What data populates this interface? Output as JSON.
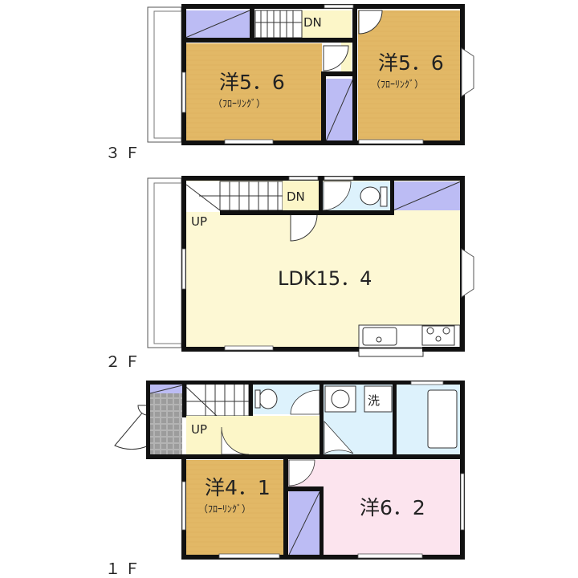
{
  "colors": {
    "wall": "#111111",
    "flooring": "#e2b866",
    "flooring_dark": "#c8953a",
    "ldk": "#fdf8d4",
    "hall": "#fcf6c8",
    "closet": "#bcbcf4",
    "wet": "#ddf2fc",
    "bedroom_pink": "#fce4ee",
    "genkan_tile": "#b0b0b0"
  },
  "floors": [
    {
      "label": "３ Ｆ",
      "rooms": [
        {
          "name": "west-room",
          "label": "洋5．6",
          "sub": "（ﾌﾛｰﾘﾝｸﾞ）"
        },
        {
          "name": "east-room",
          "label": "洋5．6",
          "sub": "（ﾌﾛｰﾘﾝｸﾞ）"
        }
      ],
      "stair_label": "DN"
    },
    {
      "label": "２ Ｆ",
      "rooms": [
        {
          "name": "ldk",
          "label": "LDK15．4"
        }
      ],
      "stair_up": "UP",
      "stair_down": "DN"
    },
    {
      "label": "１ Ｆ",
      "rooms": [
        {
          "name": "west-room",
          "label": "洋4．1",
          "sub": "（ﾌﾛｰﾘﾝｸﾞ）"
        },
        {
          "name": "east-room",
          "label": "洋6．2"
        }
      ],
      "stair_up": "UP",
      "washer_label": "洗"
    }
  ]
}
